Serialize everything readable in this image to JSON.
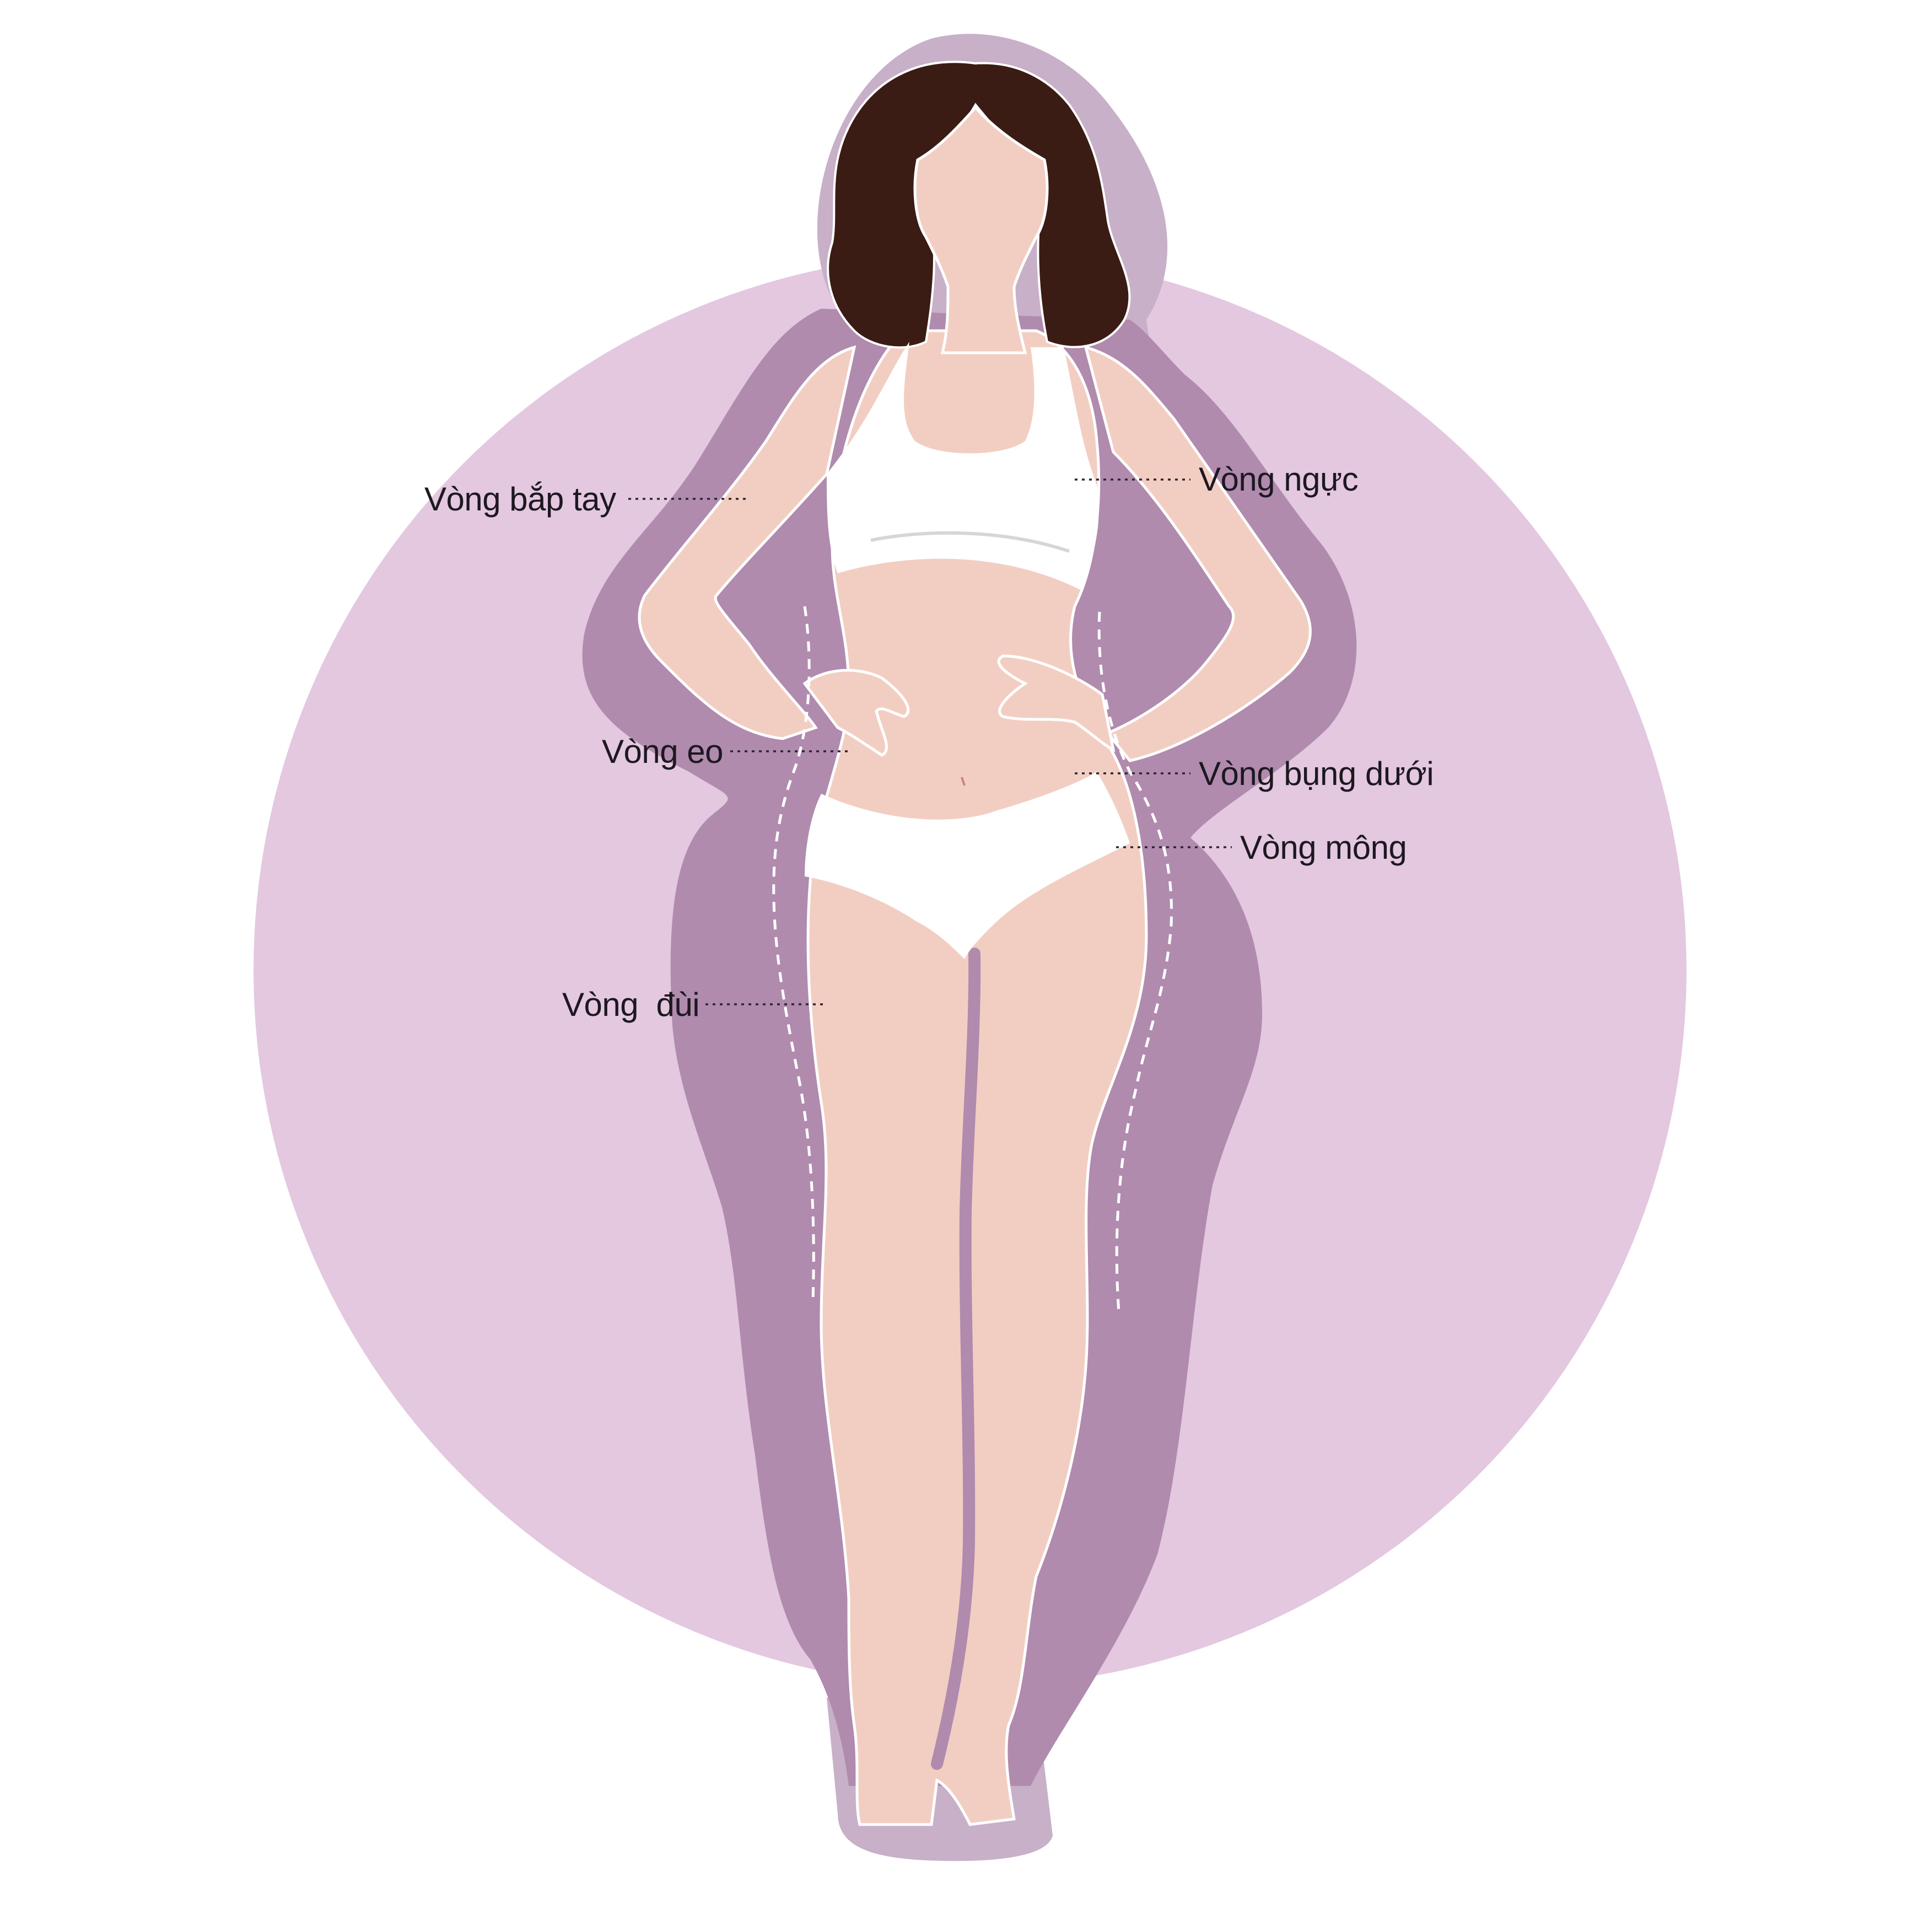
{
  "colors": {
    "background_circle": "#e3c8e0",
    "body_shadow": "#b08bae",
    "body_halo": "#c8b0c8",
    "skin": "#f2cec2",
    "hair": "#3a1c14",
    "garment": "#ffffff",
    "outline": "#ffffff",
    "label_text": "#1d1820"
  },
  "labels": {
    "bicep": "Vòng bắp tay",
    "bust": "Vòng ngực",
    "waist": "Vòng eo",
    "lower_belly": "Vòng bụng dưới",
    "hip": "Vòng mông",
    "thigh": "Vòng  đùi"
  }
}
